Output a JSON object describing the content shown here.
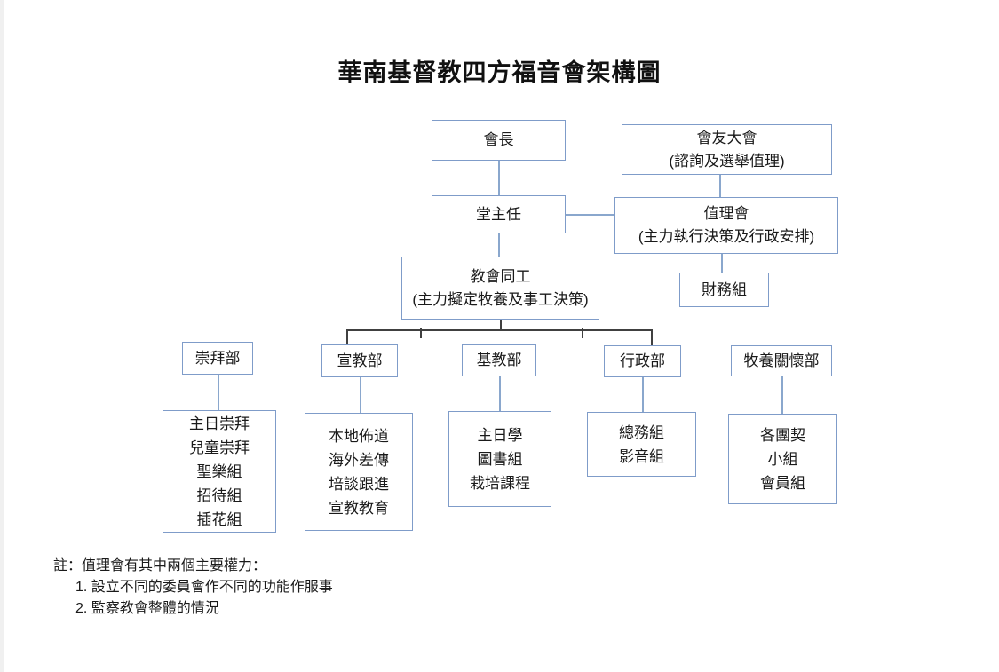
{
  "page_title": "華南基督教四方福音會架構圖",
  "chart": {
    "nodes": {
      "president": {
        "lines": [
          "會長"
        ]
      },
      "members_assembly": {
        "lines": [
          "會友大會",
          "(諮詢及選舉值理)"
        ]
      },
      "pastor_in_charge": {
        "lines": [
          "堂主任"
        ]
      },
      "board": {
        "lines": [
          "值理會",
          "(主力執行決策及行政安排)"
        ]
      },
      "church_staff": {
        "lines": [
          "教會同工",
          "(主力擬定牧養及事工決策)"
        ]
      },
      "finance_group": {
        "lines": [
          "財務組"
        ]
      },
      "dept_worship": {
        "lines": [
          "崇拜部"
        ]
      },
      "dept_mission": {
        "lines": [
          "宣教部"
        ]
      },
      "dept_christian_education": {
        "lines": [
          "基教部"
        ]
      },
      "dept_admin": {
        "lines": [
          "行政部"
        ]
      },
      "dept_pastoral_care": {
        "lines": [
          "牧養關懷部"
        ]
      },
      "worship_groups": {
        "lines": [
          "主日崇拜",
          "兒童崇拜",
          "聖樂組",
          "招待組",
          "插花組"
        ]
      },
      "mission_groups": {
        "lines": [
          "本地佈道",
          "海外差傳",
          "培談跟進",
          "宣教教育"
        ]
      },
      "education_groups": {
        "lines": [
          "主日學",
          "圖書組",
          "栽培課程"
        ]
      },
      "admin_groups": {
        "lines": [
          "總務組",
          "影音組"
        ]
      },
      "pastoral_groups": {
        "lines": [
          "各團契",
          "小組",
          "會員組"
        ]
      }
    }
  },
  "note": {
    "heading": "註：值理會有其中兩個主要權力：",
    "items": [
      "1. 設立不同的委員會作不同的功能作服事",
      "2. 監察教會整體的情況"
    ]
  },
  "colors": {
    "box_border": "#7f9cc9",
    "connector_blue": "#8aa7cd",
    "bracket_dark": "#404040"
  }
}
